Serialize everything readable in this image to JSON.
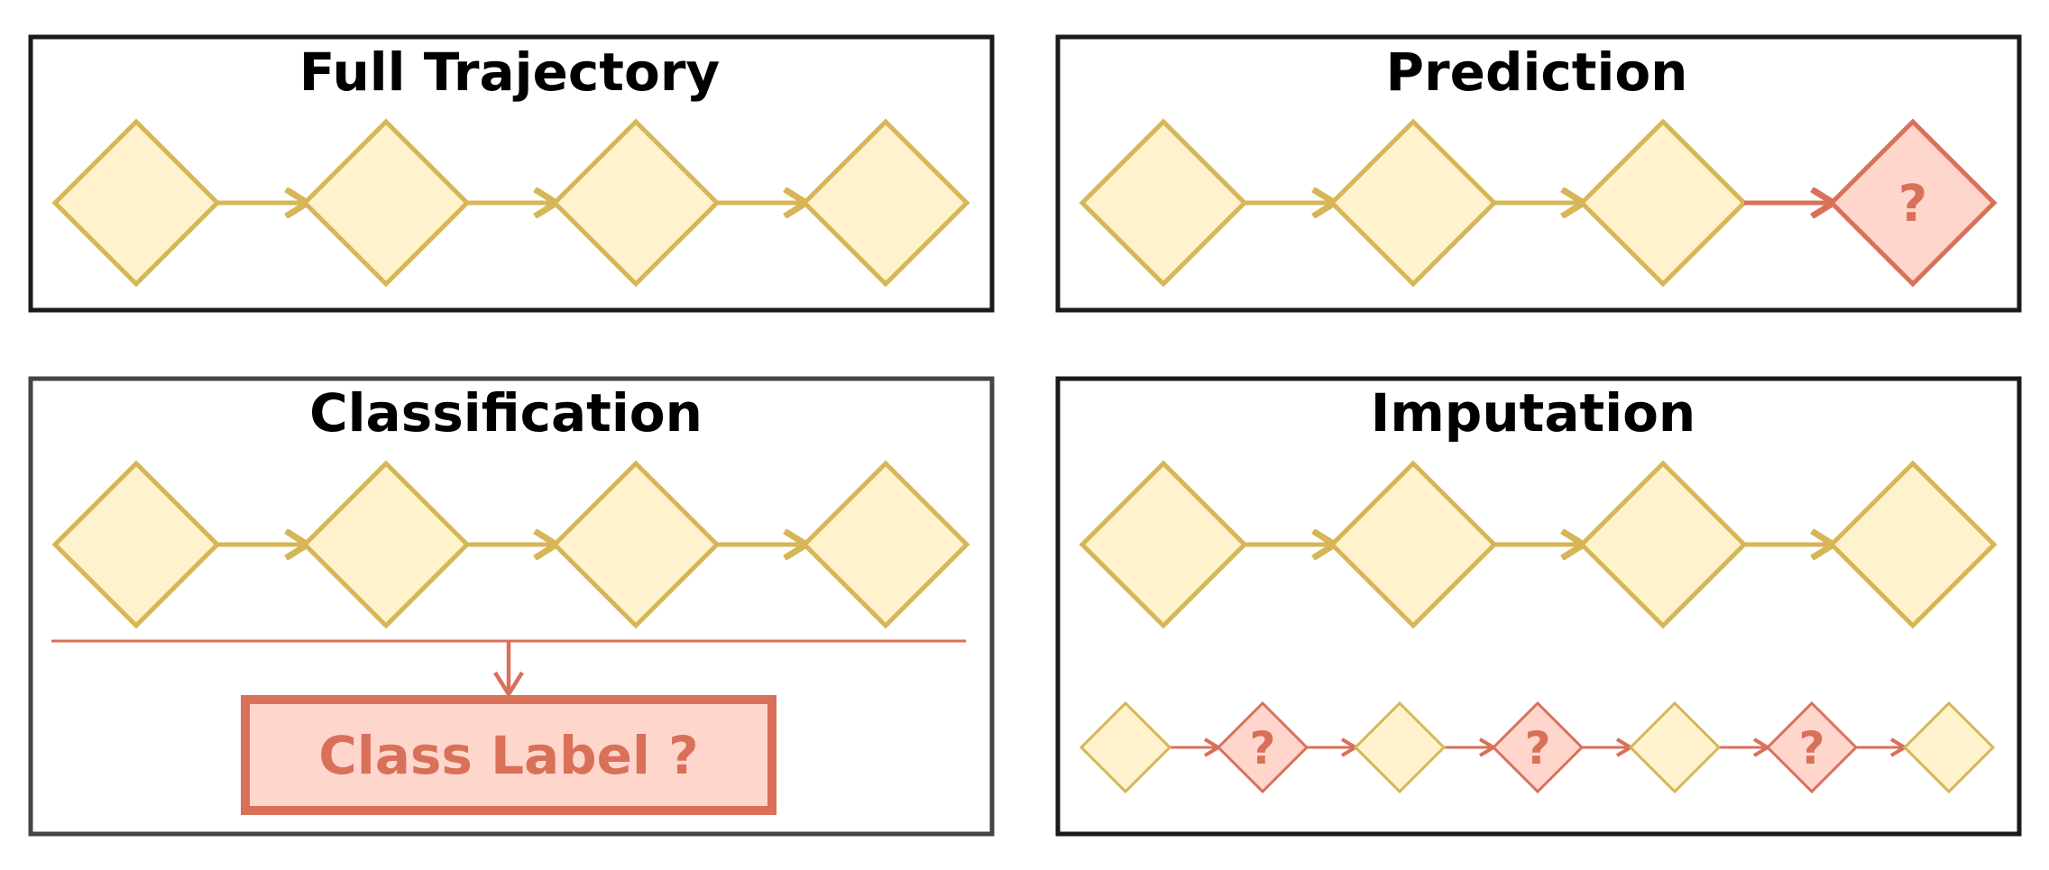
{
  "colors": {
    "node_fill": "#FFF2CC",
    "node_stroke": "#D6B656",
    "target_fill": "#FFD6CC",
    "target_stroke": "#D9705A",
    "frame_dark": "#1A1A1A",
    "frame_gray": "#444444"
  },
  "panels": {
    "full_trajectory": {
      "title": "Full Trajectory"
    },
    "prediction": {
      "title": "Prediction",
      "unknown_mark": "?"
    },
    "classification": {
      "title": "Classification",
      "label_box": "Class Label ?"
    },
    "imputation": {
      "title": "Imputation",
      "unknown_mark": "?"
    }
  }
}
